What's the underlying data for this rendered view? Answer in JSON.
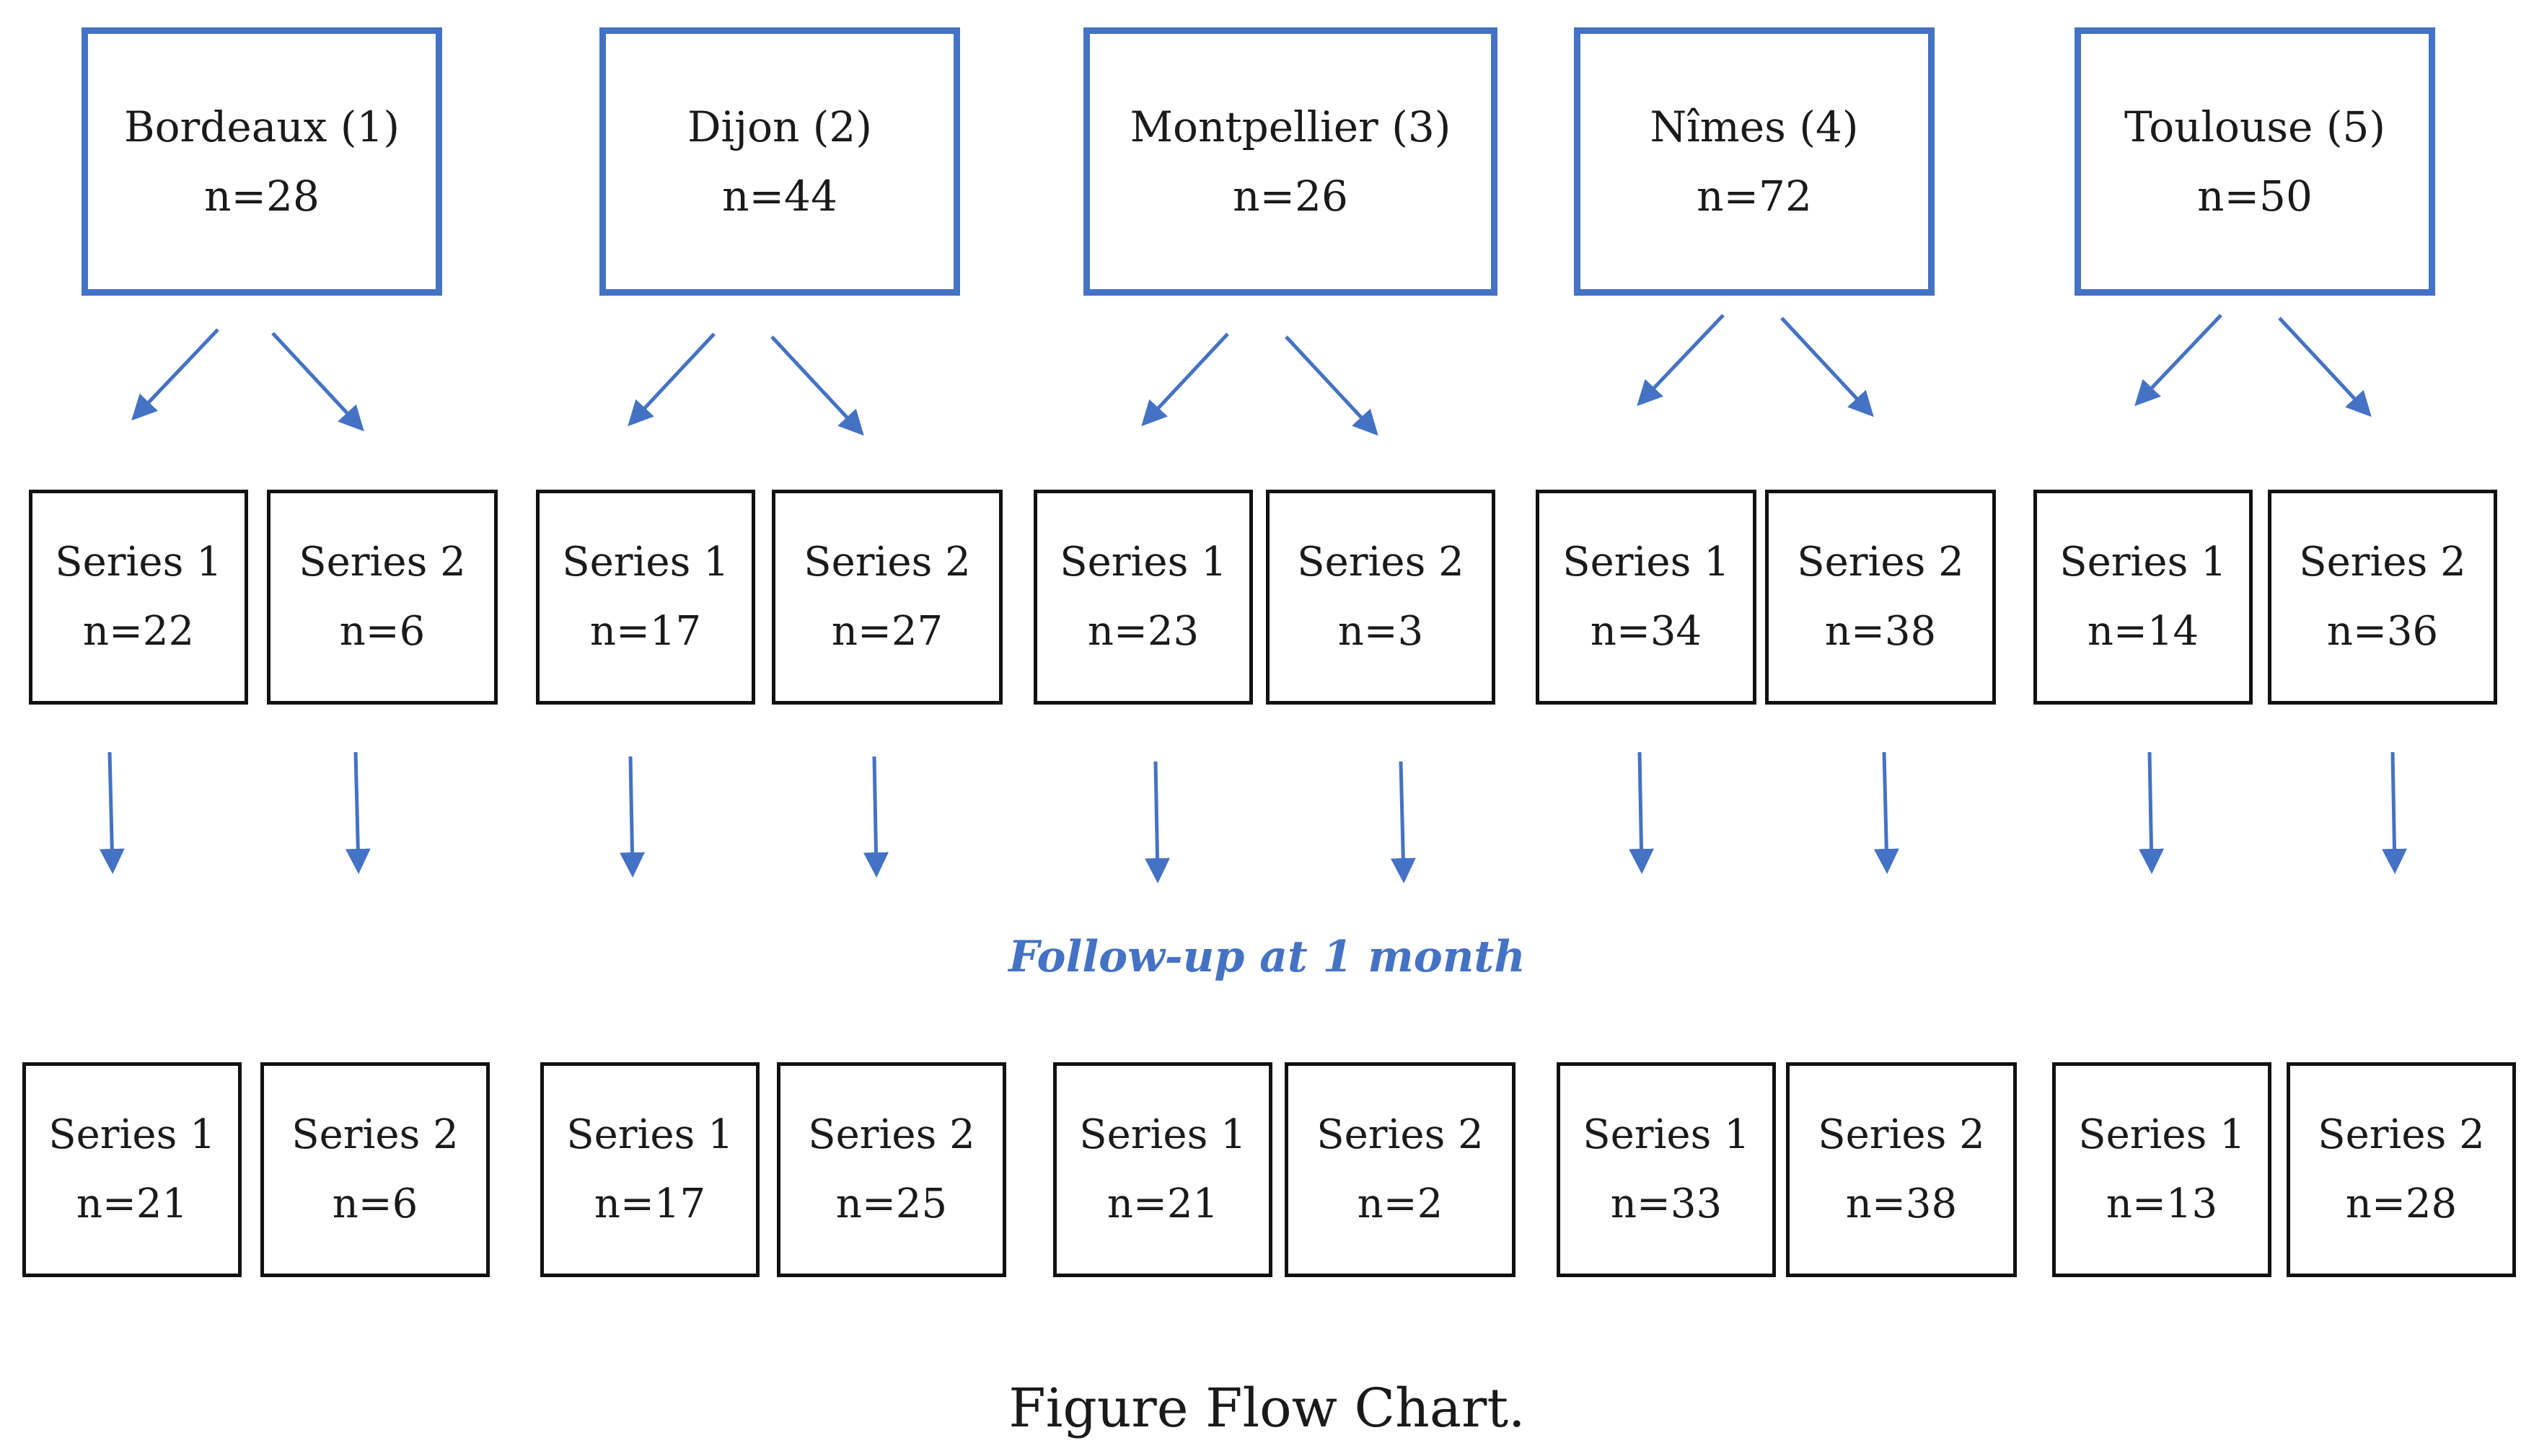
{
  "colors": {
    "accent": "#4472c4",
    "box_border": "#111111",
    "text": "#1a1a1a"
  },
  "followup_label": "Follow-up at 1 month",
  "caption": "Figure Flow Chart.",
  "centers": [
    {
      "name": "Bordeaux (1)",
      "n": "n=28",
      "series": [
        {
          "label": "Series 1",
          "n": "n=22",
          "followup_n": "n=21"
        },
        {
          "label": "Series 2",
          "n": "n=6",
          "followup_n": "n=6"
        }
      ]
    },
    {
      "name": "Dijon (2)",
      "n": "n=44",
      "series": [
        {
          "label": "Series 1",
          "n": "n=17",
          "followup_n": "n=17"
        },
        {
          "label": "Series 2",
          "n": "n=27",
          "followup_n": "n=25"
        }
      ]
    },
    {
      "name": "Montpellier (3)",
      "n": "n=26",
      "series": [
        {
          "label": "Series 1",
          "n": "n=23",
          "followup_n": "n=21"
        },
        {
          "label": "Series 2",
          "n": "n=3",
          "followup_n": "n=2"
        }
      ]
    },
    {
      "name": "Nîmes (4)",
      "n": "n=72",
      "series": [
        {
          "label": "Series 1",
          "n": "n=34",
          "followup_n": "n=33"
        },
        {
          "label": "Series 2",
          "n": "n=38",
          "followup_n": "n=38"
        }
      ]
    },
    {
      "name": "Toulouse (5)",
      "n": "n=50",
      "series": [
        {
          "label": "Series 1",
          "n": "n=14",
          "followup_n": "n=13"
        },
        {
          "label": "Series 2",
          "n": "n=36",
          "followup_n": "n=28"
        }
      ]
    }
  ]
}
